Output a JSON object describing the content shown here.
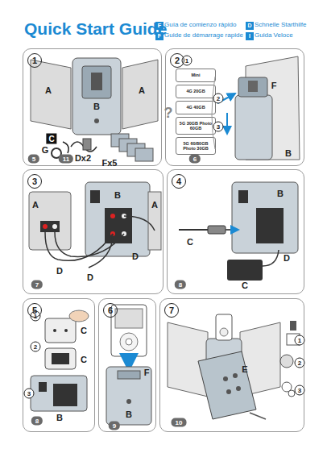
{
  "diagram": {
    "title": "Quick Start Guide",
    "nodes": [
      {
        "text": [
          "1"
        ]
      },
      {
        "text": [
          "2"
        ]
      },
      {
        "text": [
          "Mini"
        ],
        "in": 1
      },
      {
        "text": [
          "4G 20GB"
        ],
        "in": 1
      },
      {
        "text": [
          "4G 40GB"
        ],
        "in": 1
      },
      {
        "text": [
          "5G 30GB Photo 60GB"
        ],
        "in": 1
      },
      {
        "text": [
          "5G 60/80GB Photo 30GB"
        ],
        "in": 1
      },
      {
        "text": [
          "3"
        ]
      },
      {
        "text": [
          "4"
        ]
      },
      {
        "text": [
          "5"
        ]
      },
      {
        "text": [
          "6"
        ]
      },
      {
        "text": [
          "7"
        ]
      }
    ],
    "labels": [
      "E",
      "Guía de comienzo rápido",
      "F",
      "Guide de démarrage rapide",
      "D",
      "Schnelle Starthilfe",
      "I",
      "Guida Veloce",
      "A",
      "B",
      "A",
      "C",
      "G",
      "Dx2",
      "Fx5",
      "5",
      "11",
      "1",
      "?",
      "2",
      "3",
      "F",
      "B",
      "6",
      "A",
      "B",
      "A",
      "D",
      "D",
      "D",
      "7",
      "B",
      "C",
      "D",
      "C",
      "8",
      "1",
      "C",
      "2",
      "C",
      "B",
      "3",
      "8",
      "F",
      "B",
      "9",
      "E",
      "1",
      "2",
      "3",
      "10"
    ]
  }
}
